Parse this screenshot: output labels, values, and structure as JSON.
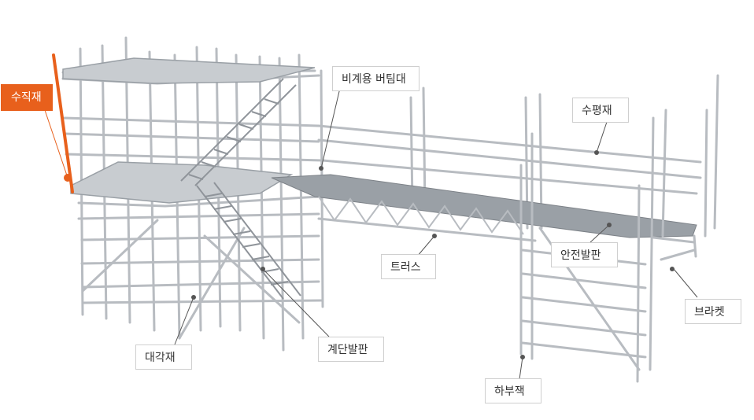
{
  "colors": {
    "accent": "#e8601c",
    "frame": "#b8bcc1",
    "frame_dark": "#8f949a",
    "deck": "#9aa0a6",
    "leader": "#555555"
  },
  "labels": {
    "vertical_member": "수직재",
    "handrail_support": "비계용 버팀대",
    "horizontal_member": "수평재",
    "truss": "트러스",
    "safety_plank": "안전발판",
    "bracket": "브라켓",
    "diagonal_member": "대각재",
    "stair_plank": "계단발판",
    "base_jack": "하부잭"
  }
}
